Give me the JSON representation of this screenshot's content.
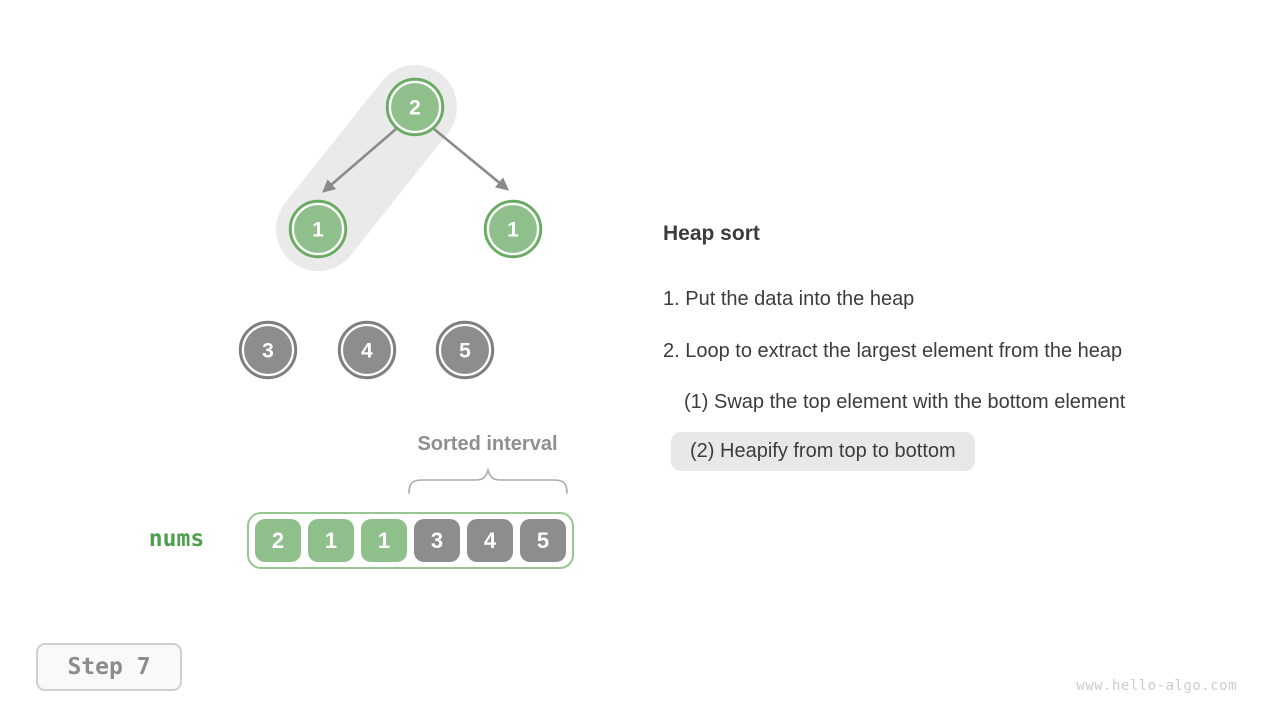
{
  "tree": {
    "nodes": [
      {
        "value": "2",
        "state": "green"
      },
      {
        "value": "1",
        "state": "green"
      },
      {
        "value": "1",
        "state": "green"
      },
      {
        "value": "3",
        "state": "gray"
      },
      {
        "value": "4",
        "state": "gray"
      },
      {
        "value": "5",
        "state": "gray"
      }
    ],
    "highlight_path": "root-to-left-child"
  },
  "array": {
    "label": "nums",
    "interval_label": "Sorted interval",
    "cells": [
      {
        "value": "2",
        "state": "green"
      },
      {
        "value": "1",
        "state": "green"
      },
      {
        "value": "1",
        "state": "green"
      },
      {
        "value": "3",
        "state": "gray"
      },
      {
        "value": "4",
        "state": "gray"
      },
      {
        "value": "5",
        "state": "gray"
      }
    ]
  },
  "panel": {
    "title": "Heap sort",
    "items": [
      {
        "text": "1. Put the data into the heap",
        "state": "normal"
      },
      {
        "text": "2. Loop to extract the largest element from the heap",
        "state": "normal"
      },
      {
        "text": "(1) Swap the top element with the bottom element",
        "state": "normal"
      },
      {
        "text": "(2) Heapify from top to bottom",
        "state": "highlighted"
      }
    ]
  },
  "step": {
    "label": "Step 7"
  },
  "footer": {
    "watermark": "www.hello-algo.com"
  },
  "colors": {
    "node_green_fill": "#8FC08B",
    "node_green_stroke": "#69AA61",
    "node_gray_fill": "#8D8D8D",
    "highlight_capsule": "#EAEAEA",
    "arrow": "#8A8A8A",
    "text": "#3C3C3C",
    "pill_background": "#E8E8E8",
    "nums_label_green": "#4D9E4D"
  }
}
